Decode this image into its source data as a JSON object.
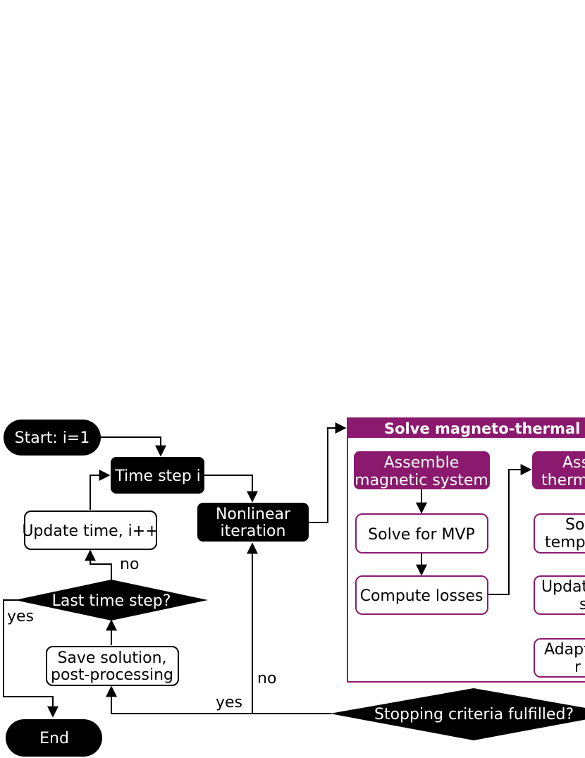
{
  "colors": {
    "accent": "#8b1a6e",
    "node_dark": "#000000",
    "node_light": "#ffffff"
  },
  "nodes": {
    "start": "Start: i=1",
    "time_step": "Time step i",
    "update_time": "Update time, i++",
    "last_time_step": "Last time step?",
    "save_solution": [
      "Save solution,",
      "post-processing"
    ],
    "end": "End",
    "nonlinear_iteration": [
      "Nonlinear",
      "iteration"
    ],
    "stopping_criteria": "Stopping criteria fulfilled?"
  },
  "panel": {
    "title": "Solve magneto-thermal pr",
    "assemble_magnetic": [
      "Assemble",
      "magnetic system"
    ],
    "solve_mvp": "Solve for MVP",
    "compute_losses": "Compute losses",
    "assemble_thermal": [
      "Ass",
      "therm"
    ],
    "solve_temp": [
      "So",
      "temp"
    ],
    "update_s": [
      "Updat",
      "s"
    ],
    "adapt_r": [
      "Adapt",
      "r"
    ]
  },
  "labels": {
    "no": "no",
    "yes": "yes"
  }
}
